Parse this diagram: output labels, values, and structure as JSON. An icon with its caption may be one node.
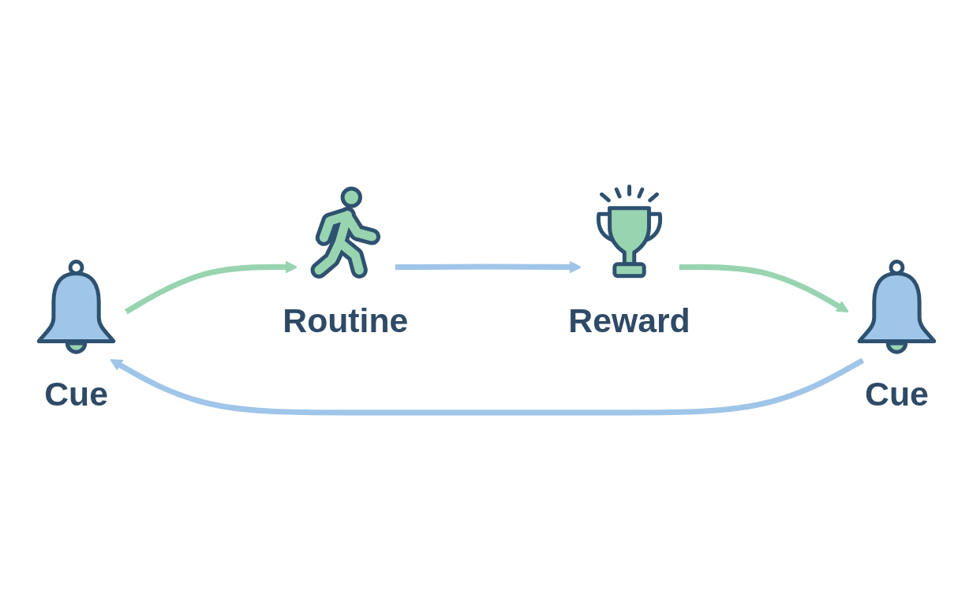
{
  "diagram": {
    "nodes": [
      {
        "text": [
          "Cue"
        ]
      },
      {
        "text": [
          "Cue"
        ]
      },
      {
        "text": [
          "Routine"
        ]
      },
      {
        "text": [
          "Reward"
        ]
      }
    ],
    "edges": [
      {
        "from": 1,
        "to": 0,
        "arrow": "to",
        "color": "#9fc5e8"
      },
      {
        "from": 0,
        "to": 2,
        "arrow": "to",
        "color": "#98d4b0"
      },
      {
        "from": 2,
        "to": 3,
        "arrow": "to",
        "color": "#9fc5e8"
      },
      {
        "from": 3,
        "to": 1,
        "arrow": "to",
        "color": "#98d4b0"
      }
    ]
  }
}
